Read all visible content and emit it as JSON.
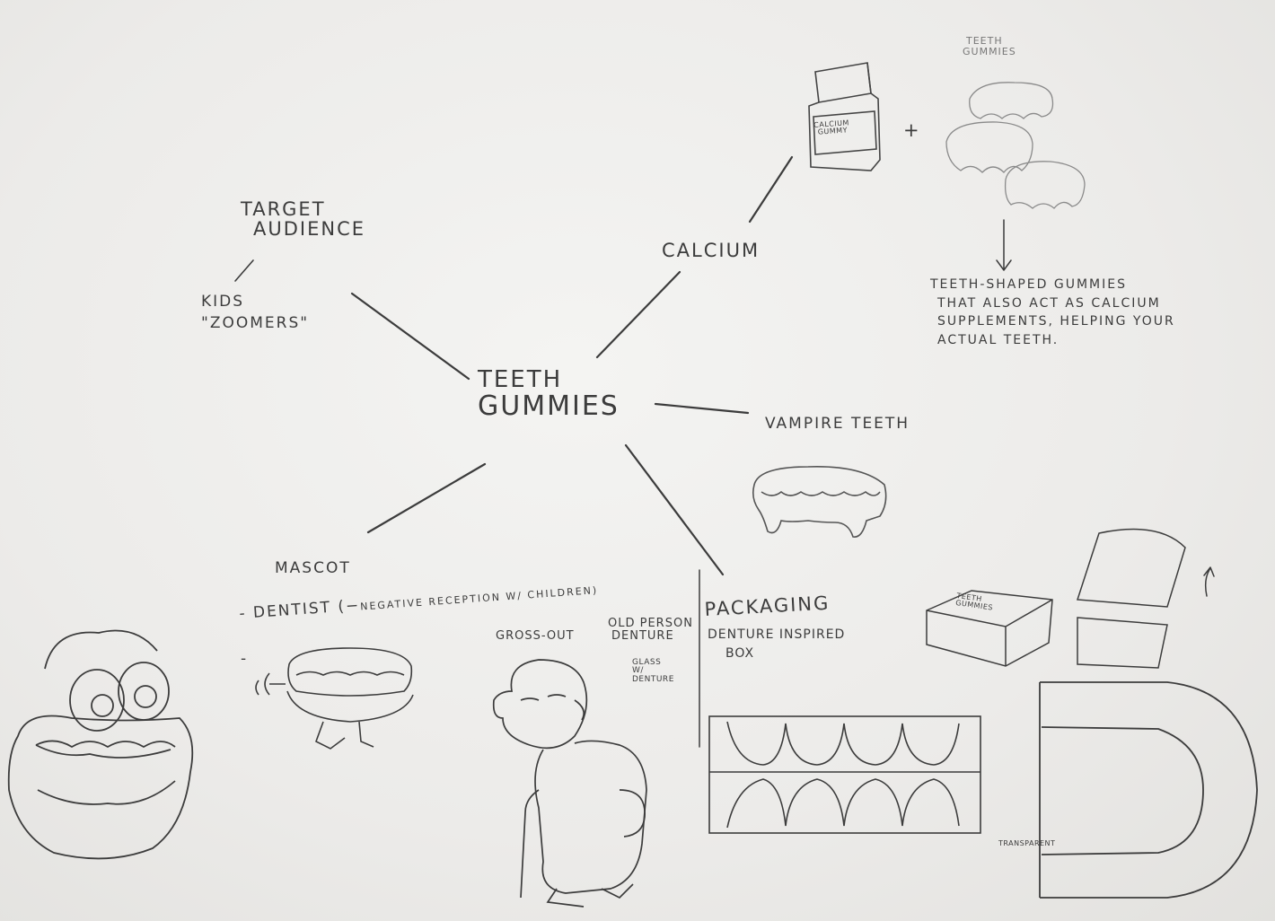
{
  "center": {
    "line1": "TEETH",
    "line2": "GUMMIES"
  },
  "target_audience": {
    "heading_line1": "TARGET",
    "heading_line2": "AUDIENCE",
    "kids": "KIDS",
    "zoomers": "\"ZOOMERS\""
  },
  "calcium": {
    "label": "CALCIUM",
    "bottle_line1": "CALCIUM",
    "bottle_line2": "GUMMY",
    "plus": "+",
    "gummies_line1": "TEETH",
    "gummies_line2": "GUMMIES",
    "description": [
      "TEETH-SHAPED GUMMIES",
      "THAT ALSO ACT AS CALCIUM",
      "SUPPLEMENTS, HELPING YOUR",
      "ACTUAL TEETH."
    ]
  },
  "vampire": {
    "label": "VAMPIRE TEETH"
  },
  "mascot": {
    "label": "MASCOT",
    "dentist_prefix": "- DENTIST (",
    "negative_sign": "−",
    "dentist_note": "NEGATIVE RECEPTION W/ CHILDREN)",
    "dash": "-",
    "gross_out": "GROSS-OUT",
    "old_person_line1": "OLD PERSON",
    "old_person_line2": "DENTURE",
    "glass_line1": "GLASS",
    "glass_line2": "W/",
    "glass_line3": "DENTURE"
  },
  "packaging": {
    "label": "PACKAGING",
    "note_line1": "DENTURE INSPIRED",
    "note_line2": "BOX",
    "box_label_line1": "TEETH",
    "box_label_line2": "GUMMIES",
    "transparent": "TRANSPARENT"
  },
  "colors": {
    "pencil": "#3c3c3c",
    "pencil_light": "#8a8a8a",
    "paper": "#efefed"
  },
  "icons": [
    "calcium-bottle-icon",
    "gummy-teeth-icon",
    "vampire-teeth-icon",
    "mascot-teeth-icon",
    "windup-teeth-icon",
    "old-man-icon",
    "denture-box-icon"
  ]
}
